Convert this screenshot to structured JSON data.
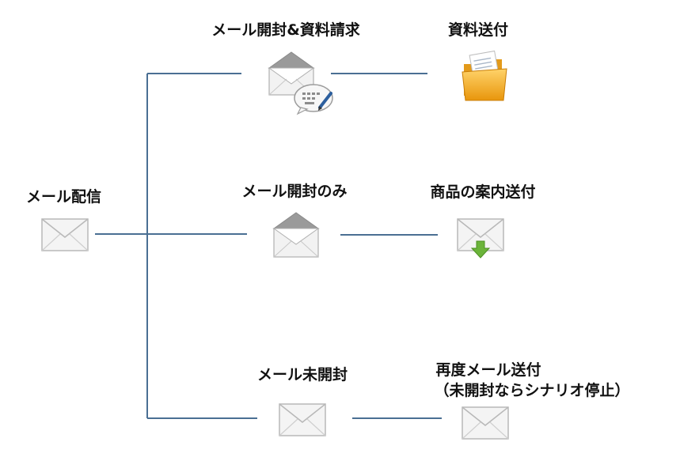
{
  "nodes": {
    "start": {
      "label": "メール配信",
      "icon": "closed-envelope-icon"
    },
    "opened_request": {
      "label": "メール開封&資料請求",
      "icon": "open-envelope-chat-icon"
    },
    "docs_sent": {
      "label": "資料送付",
      "icon": "folder-documents-icon"
    },
    "opened_only": {
      "label": "メール開封のみ",
      "icon": "open-envelope-icon"
    },
    "product_info_sent": {
      "label": "商品の案内送付",
      "icon": "envelope-download-icon"
    },
    "unopened": {
      "label": "メール未開封",
      "icon": "closed-envelope-icon"
    },
    "resend": {
      "label": "再度メール送付",
      "sublabel": "（未開封ならシナリオ停止）",
      "icon": "closed-envelope-icon"
    }
  },
  "colors": {
    "line": "#4a6f93",
    "envelope_fill": "#f4f4f4",
    "envelope_stroke": "#b8b8b8",
    "folder": "#f5b324",
    "arrow_green": "#6bb43a"
  }
}
